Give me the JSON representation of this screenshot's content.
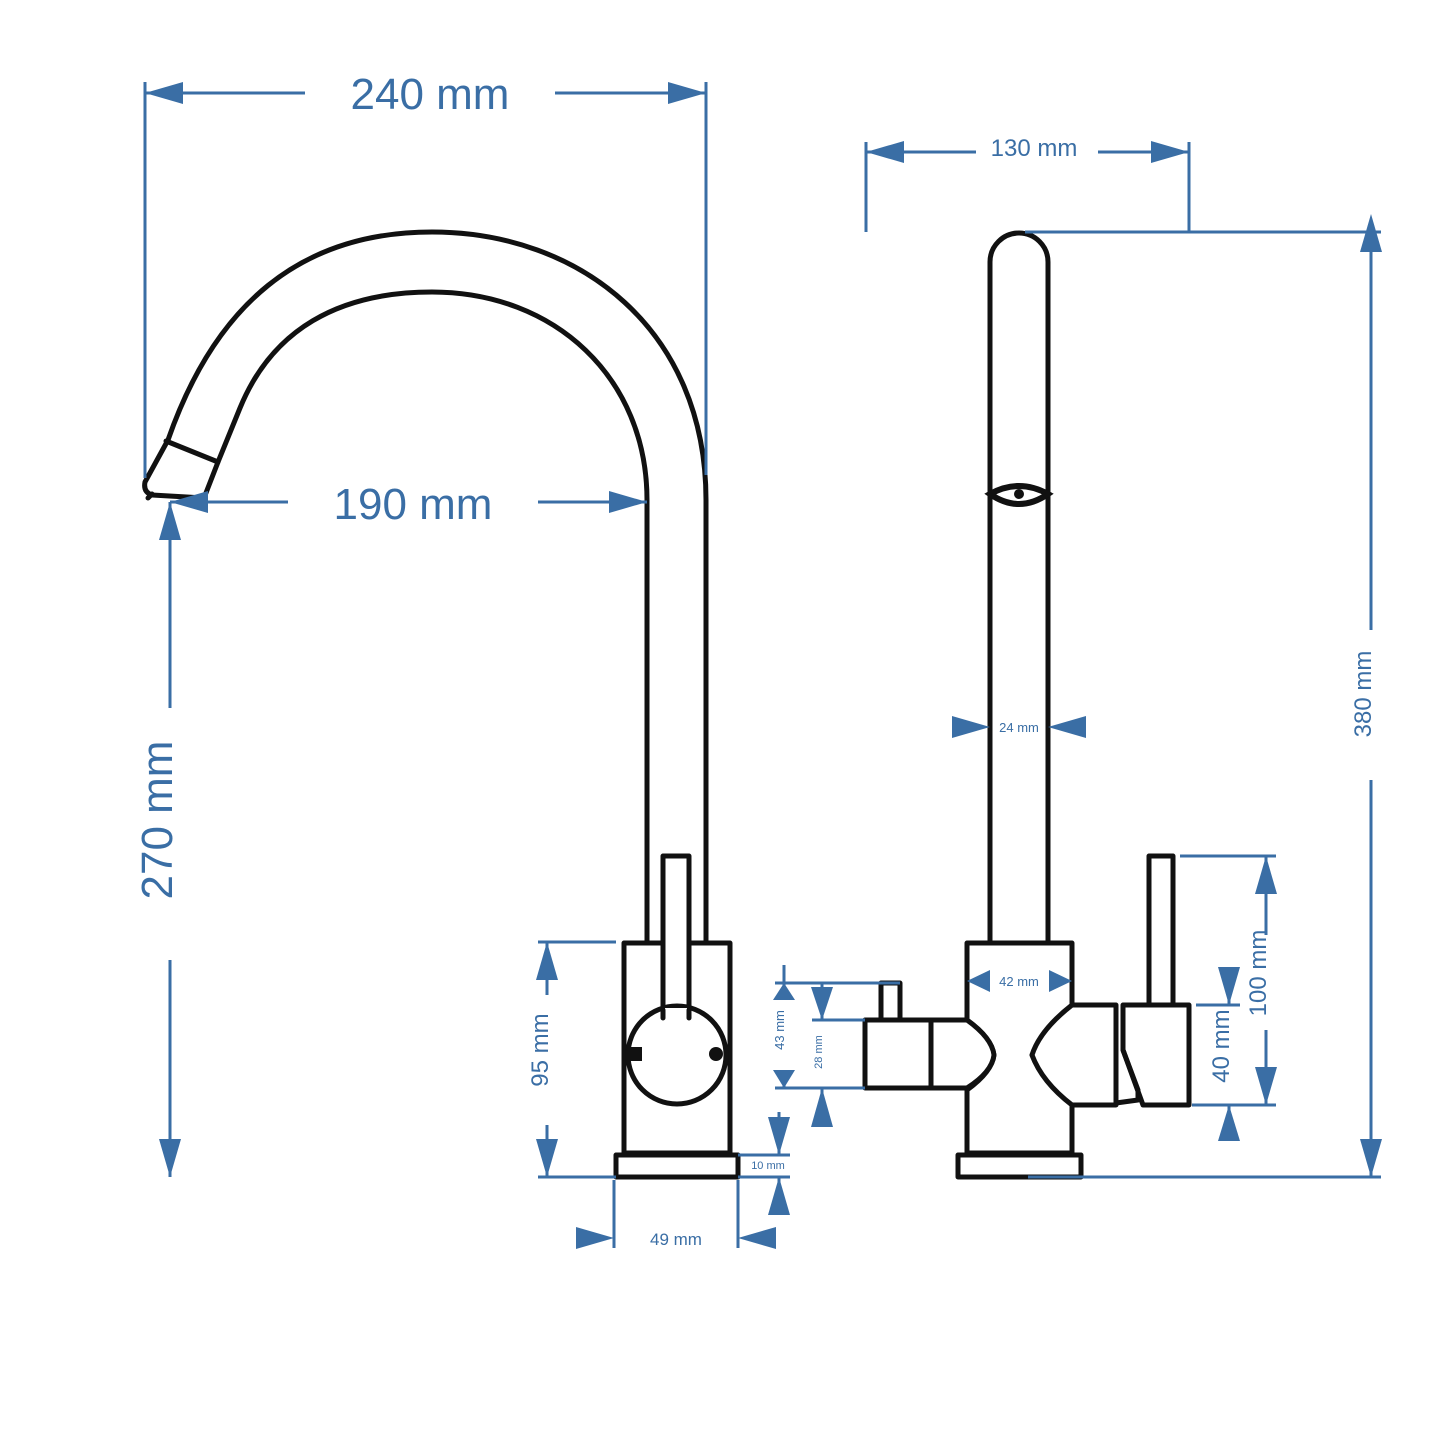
{
  "colors": {
    "dimension": "#3a6ea5",
    "outline": "#111111",
    "background": "#ffffff"
  },
  "dimensions": {
    "overall_reach": "240 mm",
    "spout_reach": "190 mm",
    "spout_height": "270 mm",
    "body_height": "95 mm",
    "base_thickness": "10 mm",
    "base_width": "49 mm",
    "side_reach": "130 mm",
    "total_height": "380 mm",
    "spout_diameter": "24 mm",
    "body_diameter": "42 mm",
    "valve_height": "43 mm",
    "valve_body_height": "28 mm",
    "lever_height": "100 mm",
    "handle_height": "40 mm"
  }
}
